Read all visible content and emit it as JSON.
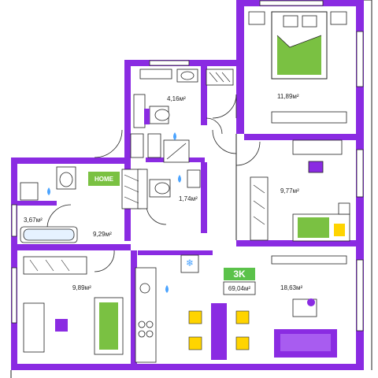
{
  "apartment": {
    "type_label": "3K",
    "total_area": "69,04м²",
    "colors": {
      "wall": "#8a2be2",
      "accent_green": "#7ac142",
      "bed_yellow": "#ffd400",
      "badge_green": "#5bc24a",
      "line": "#222222"
    }
  },
  "home_sign": "HOME",
  "rooms": [
    {
      "id": "bathroom-top",
      "area": "4,16м²"
    },
    {
      "id": "bedroom-top",
      "area": "11,89м²"
    },
    {
      "id": "toilet",
      "area": "1,74м²"
    },
    {
      "id": "bathroom-left",
      "area": "3,67м²"
    },
    {
      "id": "bedroom-right",
      "area": "9,77м²"
    },
    {
      "id": "hall",
      "area": "9,29м²"
    },
    {
      "id": "bedroom-left",
      "area": "9,89м²"
    },
    {
      "id": "living-kitchen",
      "area": "18,63м²"
    }
  ]
}
